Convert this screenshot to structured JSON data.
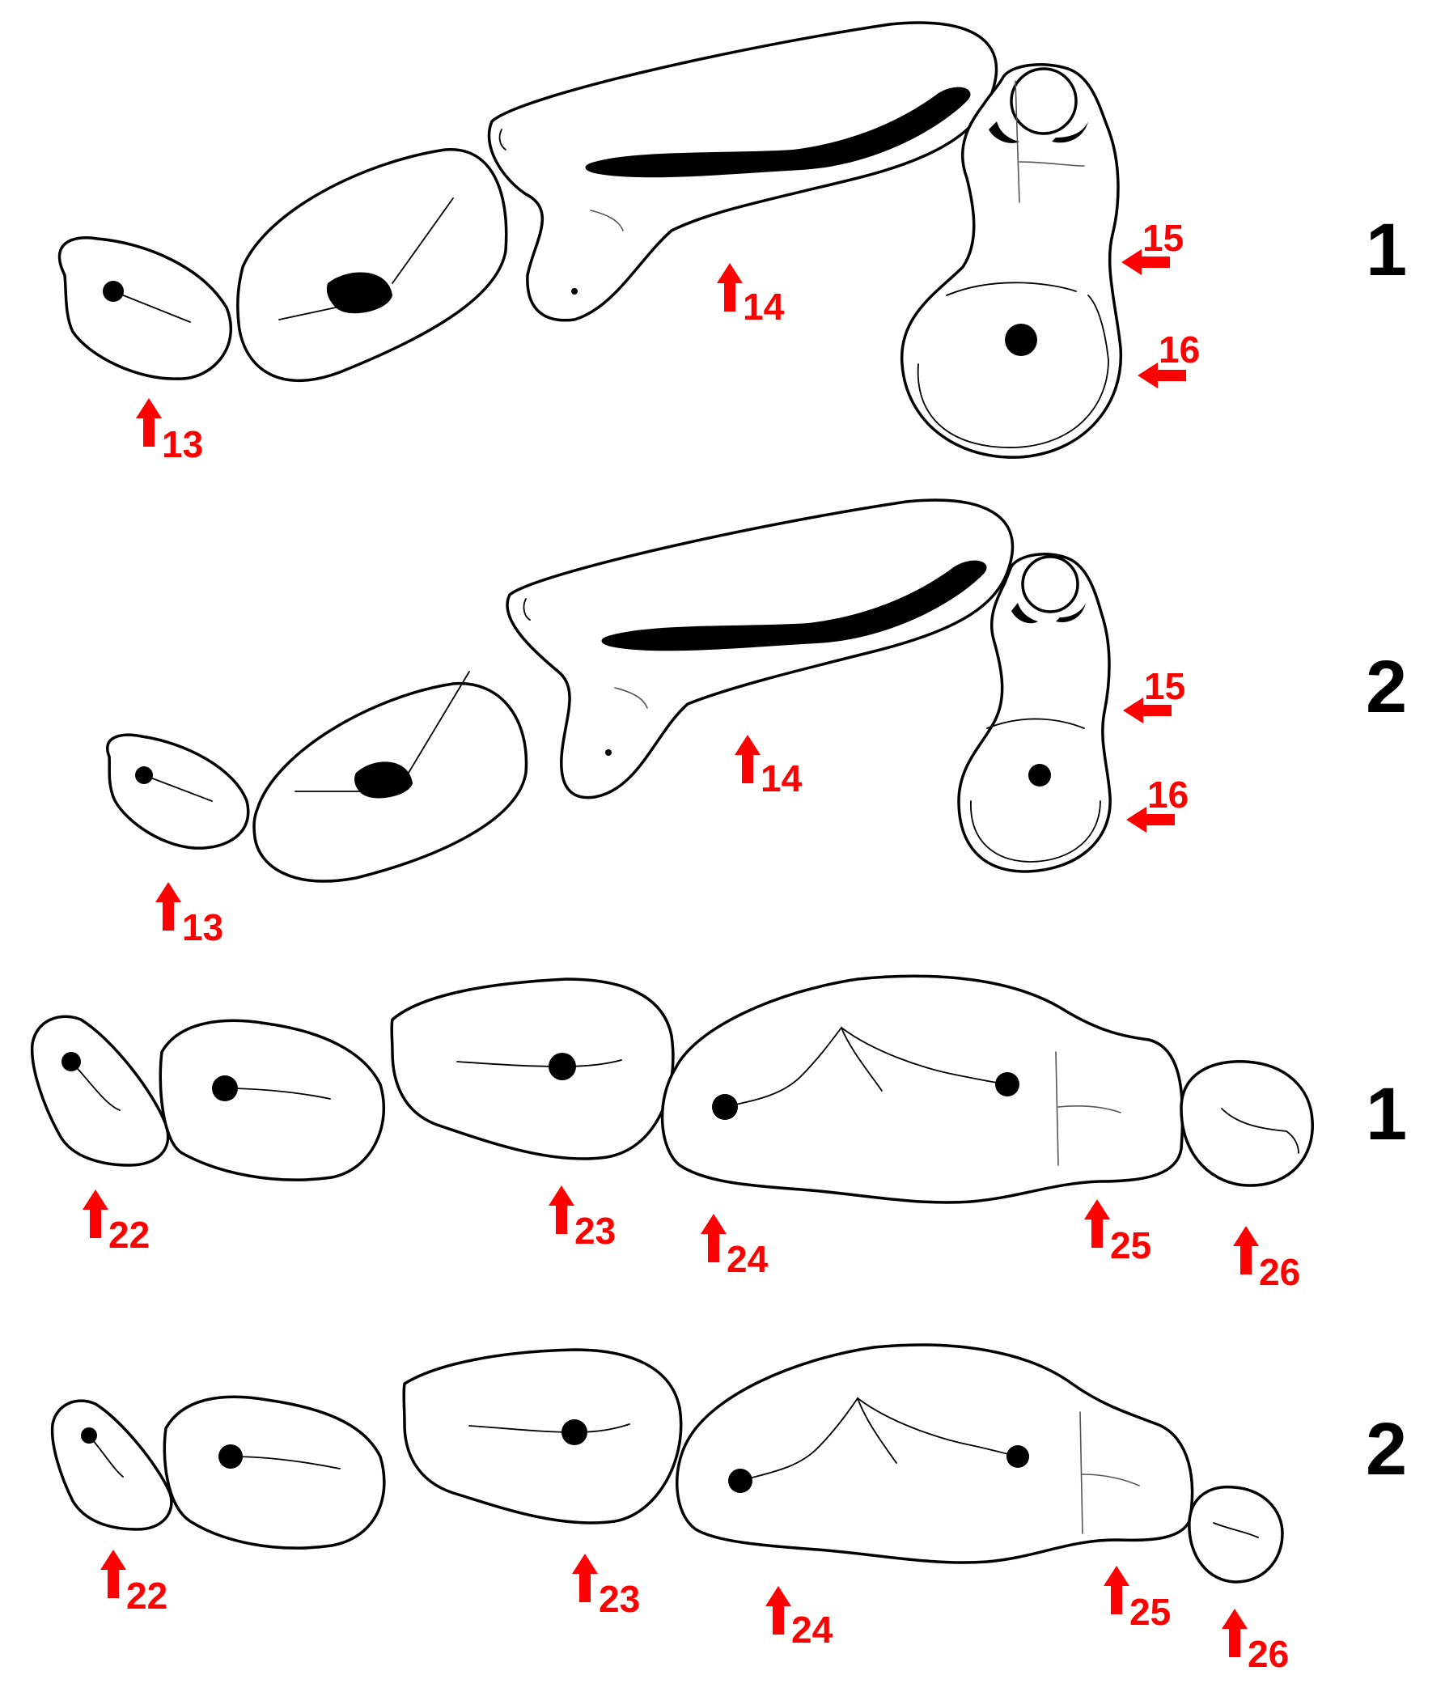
{
  "colors": {
    "arrow": "#ff0000",
    "outline": "#000000",
    "background": "#ffffff"
  },
  "panels": [
    {
      "label": "1",
      "arrows": [
        "13",
        "14",
        "15",
        "16"
      ]
    },
    {
      "label": "2",
      "arrows": [
        "13",
        "14",
        "15",
        "16"
      ]
    },
    {
      "label": "1",
      "arrows": [
        "22",
        "23",
        "24",
        "25",
        "26"
      ]
    },
    {
      "label": "2",
      "arrows": [
        "22",
        "23",
        "24",
        "25",
        "26"
      ]
    }
  ]
}
